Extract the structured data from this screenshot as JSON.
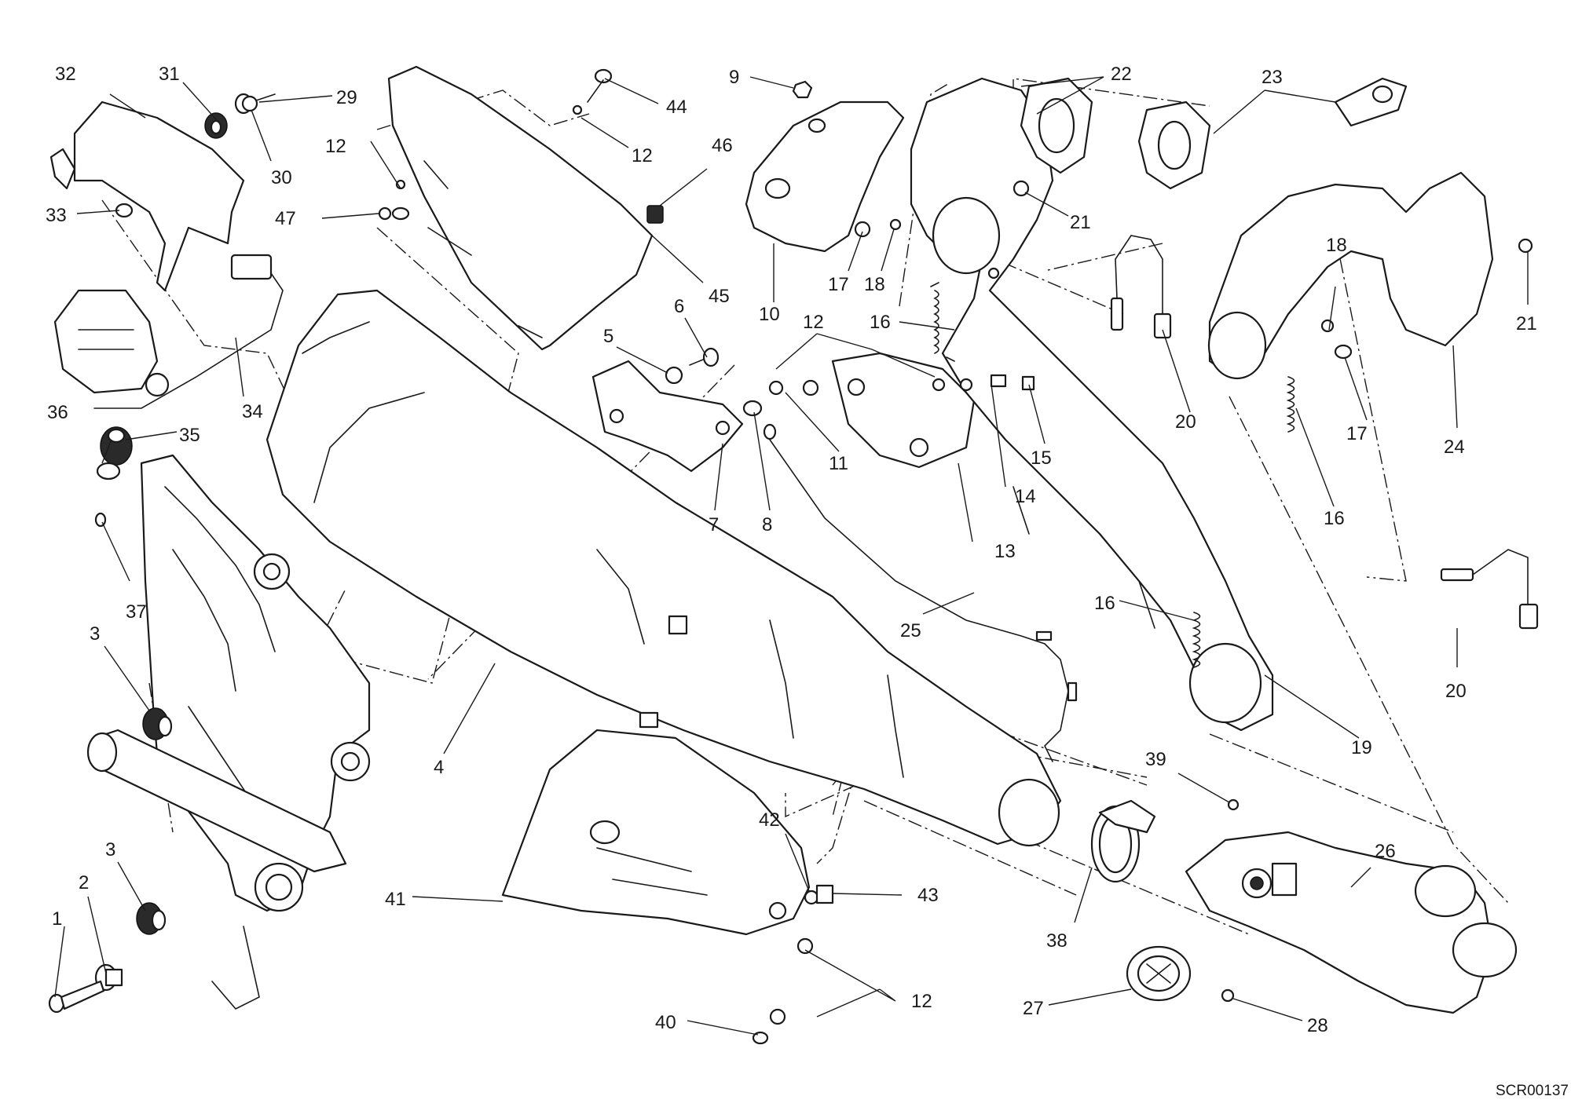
{
  "drawing_code": "SCR00137",
  "callouts": [
    {
      "id": "c1",
      "text": "1"
    },
    {
      "id": "c2",
      "text": "2"
    },
    {
      "id": "c3a",
      "text": "3"
    },
    {
      "id": "c3b",
      "text": "3"
    },
    {
      "id": "c4",
      "text": "4"
    },
    {
      "id": "c5",
      "text": "5"
    },
    {
      "id": "c6",
      "text": "6"
    },
    {
      "id": "c7",
      "text": "7"
    },
    {
      "id": "c8",
      "text": "8"
    },
    {
      "id": "c9",
      "text": "9"
    },
    {
      "id": "c10",
      "text": "10"
    },
    {
      "id": "c11",
      "text": "11"
    },
    {
      "id": "c12a",
      "text": "12"
    },
    {
      "id": "c12b",
      "text": "12"
    },
    {
      "id": "c12c",
      "text": "12"
    },
    {
      "id": "c12d",
      "text": "12"
    },
    {
      "id": "c13",
      "text": "13"
    },
    {
      "id": "c14",
      "text": "14"
    },
    {
      "id": "c15",
      "text": "15"
    },
    {
      "id": "c16a",
      "text": "16"
    },
    {
      "id": "c16b",
      "text": "16"
    },
    {
      "id": "c16c",
      "text": "16"
    },
    {
      "id": "c17a",
      "text": "17"
    },
    {
      "id": "c17b",
      "text": "17"
    },
    {
      "id": "c18a",
      "text": "18"
    },
    {
      "id": "c18b",
      "text": "18"
    },
    {
      "id": "c19",
      "text": "19"
    },
    {
      "id": "c20a",
      "text": "20"
    },
    {
      "id": "c20b",
      "text": "20"
    },
    {
      "id": "c21a",
      "text": "21"
    },
    {
      "id": "c21b",
      "text": "21"
    },
    {
      "id": "c22",
      "text": "22"
    },
    {
      "id": "c23",
      "text": "23"
    },
    {
      "id": "c24",
      "text": "24"
    },
    {
      "id": "c25",
      "text": "25"
    },
    {
      "id": "c26",
      "text": "26"
    },
    {
      "id": "c27",
      "text": "27"
    },
    {
      "id": "c28",
      "text": "28"
    },
    {
      "id": "c29",
      "text": "29"
    },
    {
      "id": "c30",
      "text": "30"
    },
    {
      "id": "c31",
      "text": "31"
    },
    {
      "id": "c32",
      "text": "32"
    },
    {
      "id": "c33",
      "text": "33"
    },
    {
      "id": "c34",
      "text": "34"
    },
    {
      "id": "c35",
      "text": "35"
    },
    {
      "id": "c36",
      "text": "36"
    },
    {
      "id": "c37",
      "text": "37"
    },
    {
      "id": "c38",
      "text": "38"
    },
    {
      "id": "c39",
      "text": "39"
    },
    {
      "id": "c40",
      "text": "40"
    },
    {
      "id": "c41",
      "text": "41"
    },
    {
      "id": "c42",
      "text": "42"
    },
    {
      "id": "c43",
      "text": "43"
    },
    {
      "id": "c44",
      "text": "44"
    },
    {
      "id": "c45",
      "text": "45"
    },
    {
      "id": "c46",
      "text": "46"
    },
    {
      "id": "c47",
      "text": "47"
    }
  ]
}
